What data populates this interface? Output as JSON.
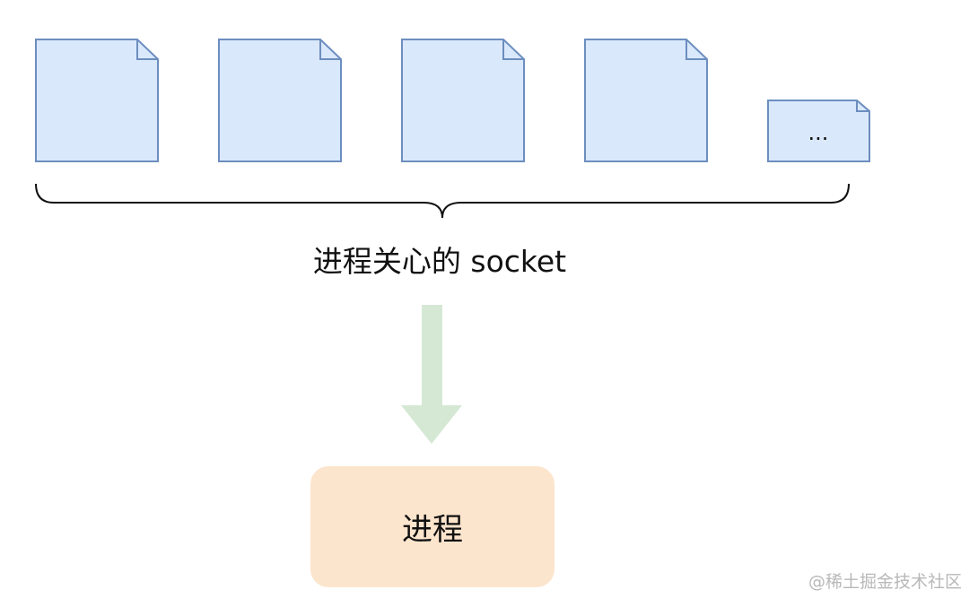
{
  "diagram": {
    "sockets": [
      {
        "label": ""
      },
      {
        "label": ""
      },
      {
        "label": ""
      },
      {
        "label": ""
      },
      {
        "label": "..."
      }
    ],
    "brace_caption": "进程关心的 socket",
    "process_label": "进程",
    "watermark": "@稀土掘金技术社区",
    "colors": {
      "socket_fill": "#dae8fc",
      "socket_stroke": "#6c8ebf",
      "arrow": "#d5e8d4",
      "process_fill": "#fce5cd",
      "brace": "#111111"
    }
  }
}
